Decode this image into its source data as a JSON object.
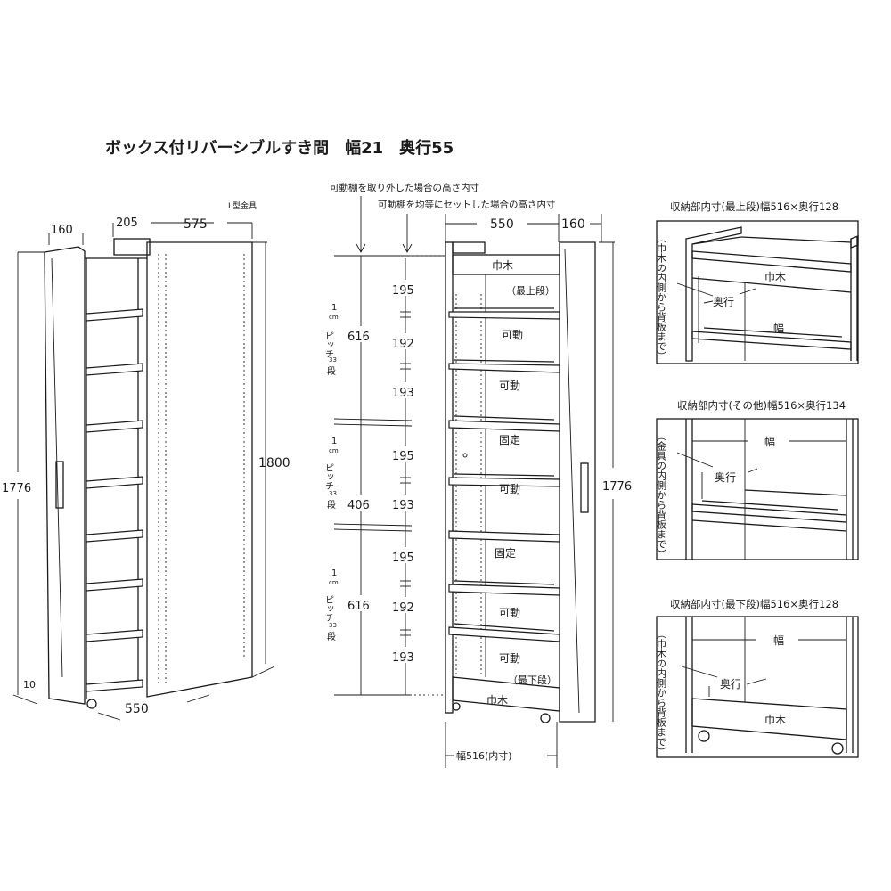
{
  "title": "ボックス付リバーシブルすき間　幅21　奥行55",
  "left_view": {
    "dim_side_width": "160",
    "dim_box": "205",
    "dim_front": "575",
    "bracket_label": "L型金具",
    "dim_height_outer": "1776",
    "dim_height_total": "1800",
    "dim_depth": "550",
    "dim_bottom_gap": "10"
  },
  "front_view": {
    "note_removed": "可動棚を取り外した場合の高さ内寸",
    "note_equal": "可動棚を均等にセットした場合の高さ内寸",
    "dim_width": "550",
    "dim_side": "160",
    "dim_height": "1776",
    "dim_inner_width": "幅516(内寸)",
    "pitch_label": {
      "n": "1",
      "unit": "cm",
      "pitch": "ピッチ",
      "count": "33",
      "dan": "段"
    },
    "group_heights": [
      "616",
      "406",
      "616"
    ],
    "section_heights": [
      "195",
      "192",
      "193",
      "195",
      "193",
      "195",
      "192",
      "193"
    ],
    "labels": {
      "kickboard_top": "巾木",
      "top_tier": "（最上段）",
      "movable": "可動",
      "fixed": "固定",
      "bottom_tier": "（最下段）",
      "kickboard_bottom": "巾木"
    },
    "shelf_types": [
      "可動",
      "可動",
      "固定",
      "可動",
      "固定",
      "可動",
      "可動"
    ]
  },
  "detail_panels": [
    {
      "title": "収納部内寸(最上段)幅516×奥行128",
      "side_note": "（巾木の内側から背板まで）",
      "kickboard": "巾木",
      "depth": "奥行",
      "width": "幅"
    },
    {
      "title": "収納部内寸(その他)幅516×奥行134",
      "side_note": "（金具の内側から背板まで）",
      "depth": "奥行",
      "width": "幅"
    },
    {
      "title": "収納部内寸(最下段)幅516×奥行128",
      "side_note": "（巾木の内側から背板まで）",
      "kickboard": "巾木",
      "depth": "奥行",
      "width": "幅"
    }
  ]
}
